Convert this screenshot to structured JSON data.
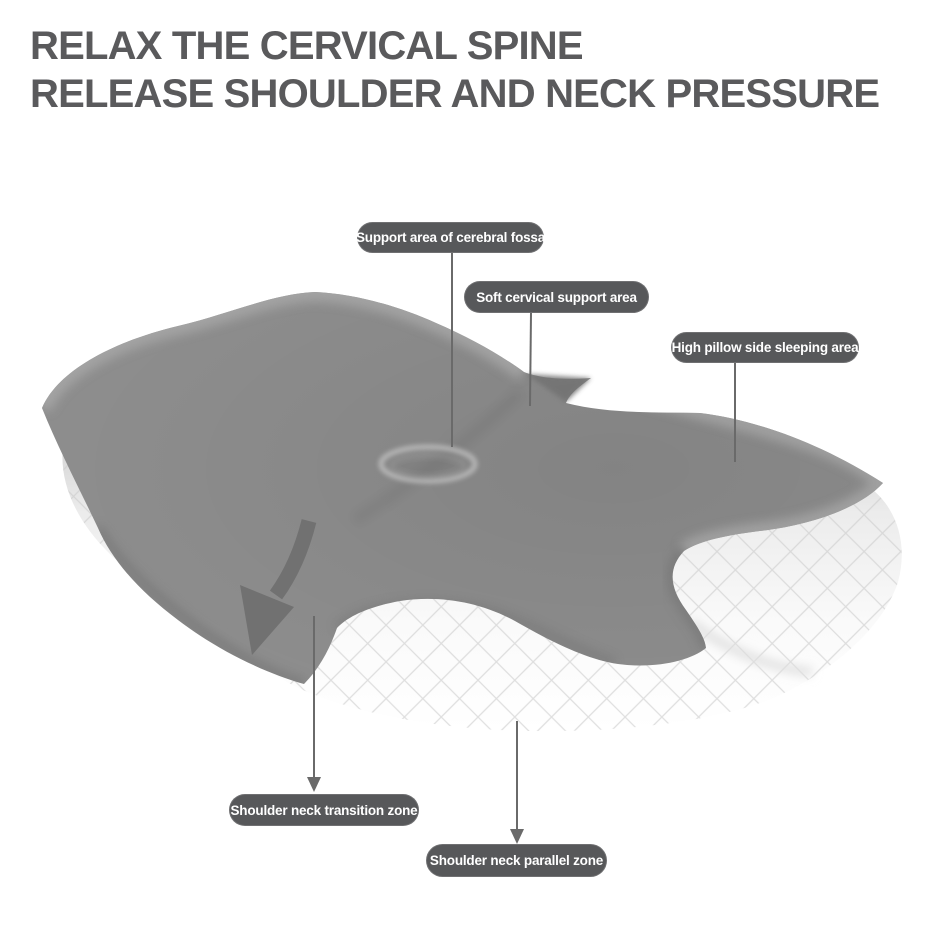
{
  "title": {
    "line1": "RELAX THE CERVICAL SPINE",
    "line2": "RELEASE SHOULDER AND NECK PRESSURE"
  },
  "callouts": [
    {
      "id": "cerebral-fossa",
      "label": "Support area of cerebral fossa"
    },
    {
      "id": "soft-cervical",
      "label": "Soft cervical support area"
    },
    {
      "id": "high-side",
      "label": "High pillow side sleeping area"
    },
    {
      "id": "transition-zone",
      "label": "Shoulder neck transition zone"
    },
    {
      "id": "parallel-zone",
      "label": "Shoulder neck parallel zone"
    }
  ],
  "icons": {
    "pressure_arrow": "curved-down-arrow-icon",
    "leader_arrowhead": "down-arrowhead-icon"
  },
  "colors": {
    "title_text": "#5a5a5c",
    "pill_bg": "#57585a",
    "pill_text": "#ffffff",
    "leader_line": "#6a6a6a",
    "pillow_top": "#8d8d8d",
    "pillow_highlight": "#a8a8a8",
    "pillow_shadow": "#6f6f6f",
    "fabric_line": "#c9c9c9",
    "background": "#ffffff"
  }
}
